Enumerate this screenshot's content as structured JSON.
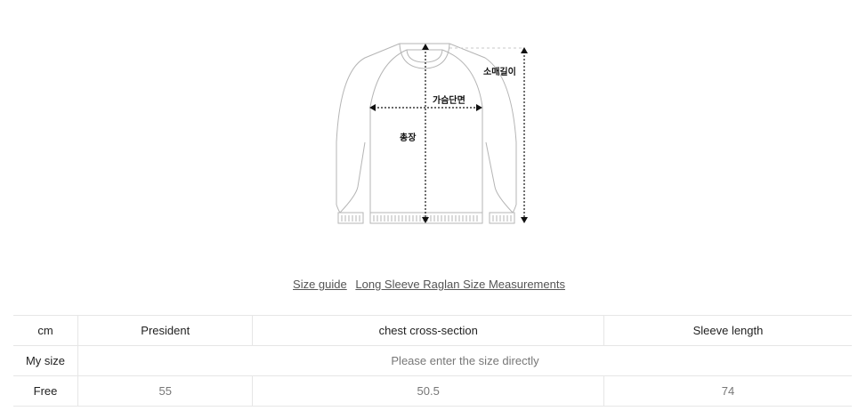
{
  "diagram": {
    "labels": {
      "sleeve_length": "소매길이",
      "chest": "가슴단면",
      "total_length": "총장"
    }
  },
  "caption": {
    "link1": "Size guide",
    "link2": "Long Sleeve Raglan Size Measurements"
  },
  "table": {
    "headers": [
      "cm",
      "President",
      "chest cross-section",
      "Sleeve length"
    ],
    "my_size": {
      "label": "My size",
      "message": "Please enter the size directly"
    },
    "rows": [
      {
        "size": "Free",
        "values": [
          "55",
          "50.5",
          "74"
        ]
      }
    ]
  }
}
